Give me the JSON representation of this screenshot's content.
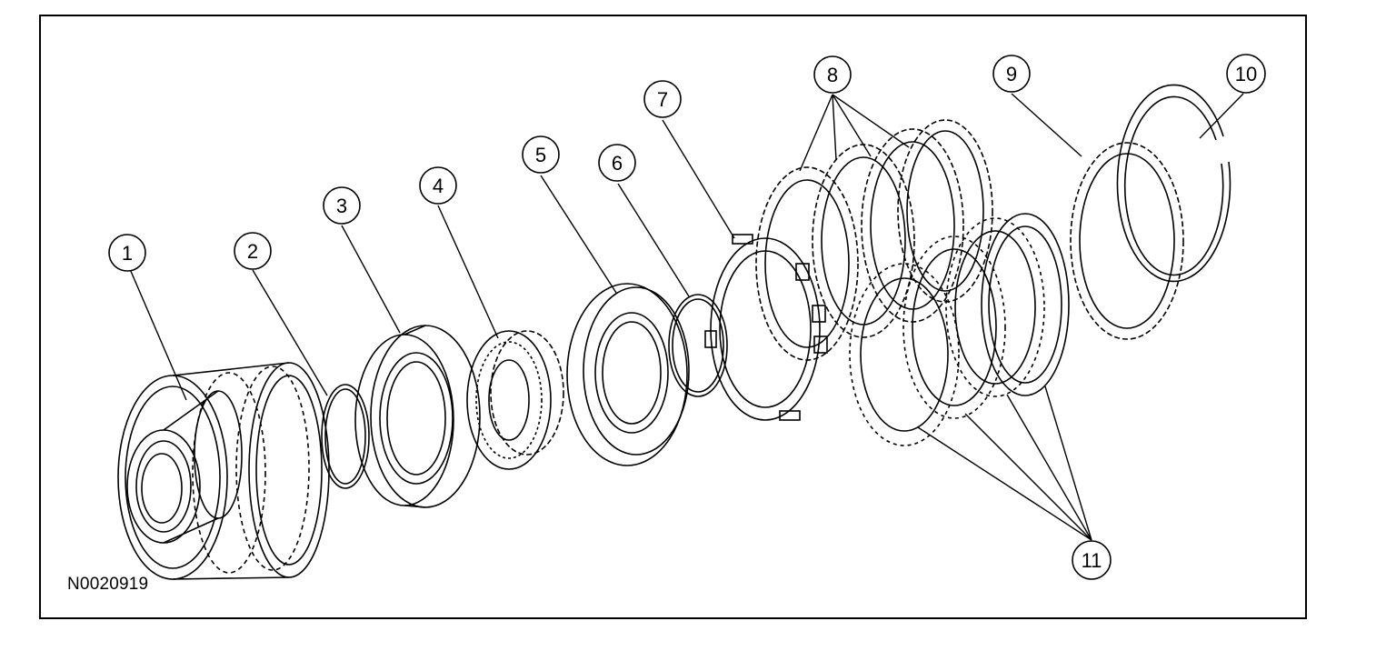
{
  "figure": {
    "code": "N0020919"
  },
  "callouts": [
    {
      "id": "1",
      "label": "1"
    },
    {
      "id": "2",
      "label": "2"
    },
    {
      "id": "3",
      "label": "3"
    },
    {
      "id": "4",
      "label": "4"
    },
    {
      "id": "5",
      "label": "5"
    },
    {
      "id": "6",
      "label": "6"
    },
    {
      "id": "7",
      "label": "7"
    },
    {
      "id": "8",
      "label": "8"
    },
    {
      "id": "9",
      "label": "9"
    },
    {
      "id": "10",
      "label": "10"
    },
    {
      "id": "11",
      "label": "11"
    }
  ],
  "style": {
    "line_color": "#000000",
    "background": "#ffffff"
  }
}
